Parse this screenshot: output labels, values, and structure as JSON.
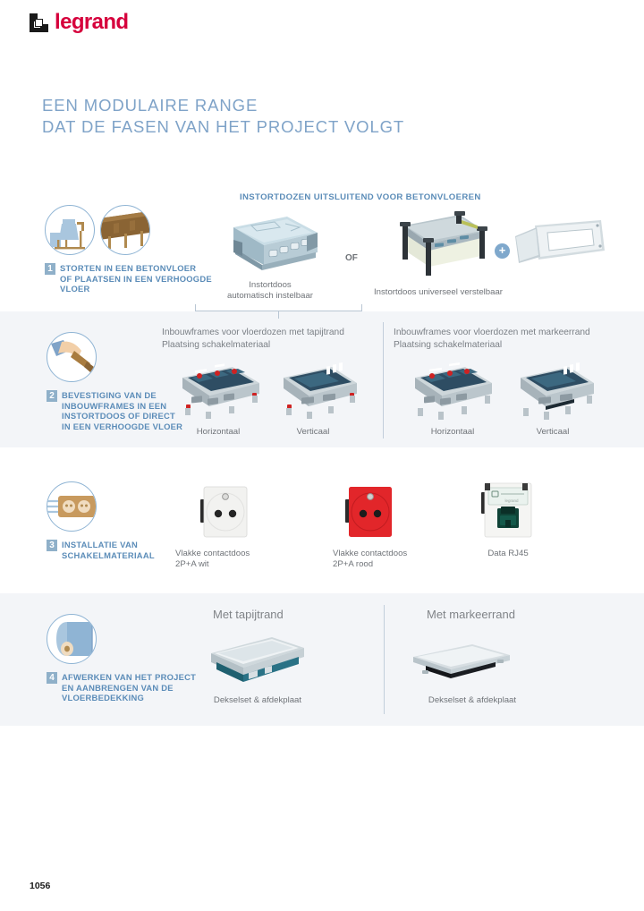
{
  "brand": {
    "name": "legrand"
  },
  "title": "EEN MODULAIRE RANGE\nDAT DE FASEN VAN HET PROJECT VOLGT",
  "page_number": "1056",
  "colors": {
    "brand_red": "#d6003c",
    "title_blue": "#7fa3c8",
    "accent_blue": "#5b8cb8",
    "badge_blue": "#8fb0c9",
    "band_gray": "#f3f5f8",
    "caption_gray": "#6f7378"
  },
  "steps": [
    {
      "number": "1",
      "label": "STORTEN IN EEN BETONVLOER\nOF PLAATSEN IN EEN VERHOOGDE\nVLOER",
      "icons": [
        "concrete-mixer-icon",
        "raised-floor-icon"
      ]
    },
    {
      "number": "2",
      "label": "BEVESTIGING VAN DE\nINBOUWFRAMES IN EEN\nINSTORTDOOS OF DIRECT\nIN EEN VERHOOGDE VLOER",
      "icons": [
        "hand-with-tool-icon"
      ]
    },
    {
      "number": "3",
      "label": "INSTALLATIE VAN\nSCHAKELMATERIAAL",
      "icons": [
        "socket-outlet-icon"
      ]
    },
    {
      "number": "4",
      "label": "AFWERKEN VAN HET PROJECT\nEN AANBRENGEN VAN DE\nVLOERBEDEKKING",
      "icons": [
        "carpet-roll-icon"
      ]
    }
  ],
  "section1": {
    "heading": "INSTORTDOZEN UITSLUITEND VOOR BETONVLOEREN",
    "connector": "OF",
    "plus": "+",
    "products": [
      {
        "caption": "Instortdoos\nautomatisch instelbaar",
        "name": "instortdoos-auto"
      },
      {
        "caption": "Instortdoos universeel verstelbaar",
        "name": "instortdoos-universeel"
      },
      {
        "caption": "",
        "name": "afdekkader"
      }
    ]
  },
  "section2": {
    "columns": [
      {
        "heading": "Inbouwframes voor vloerdozen met tapijtrand\nPlaatsing schakelmateriaal",
        "items": [
          {
            "caption": "Horizontaal",
            "name": "inbouwframe-tapijtrand-horizontaal"
          },
          {
            "caption": "Verticaal",
            "name": "inbouwframe-tapijtrand-verticaal"
          }
        ]
      },
      {
        "heading": "Inbouwframes voor vloerdozen met markeerrand\nPlaatsing schakelmateriaal",
        "items": [
          {
            "caption": "Horizontaal",
            "name": "inbouwframe-markeerrand-horizontaal"
          },
          {
            "caption": "Verticaal",
            "name": "inbouwframe-markeerrand-verticaal"
          }
        ]
      }
    ]
  },
  "section3": {
    "products": [
      {
        "caption": "Vlakke contactdoos\n2P+A wit",
        "name": "contactdoos-wit"
      },
      {
        "caption": "Vlakke contactdoos\n2P+A rood",
        "name": "contactdoos-rood"
      },
      {
        "caption": "Data RJ45",
        "name": "data-rj45"
      }
    ]
  },
  "section4": {
    "columns": [
      {
        "heading": "Met tapijtrand",
        "caption": "Dekselset & afdekplaat",
        "name": "dekselset-tapijtrand"
      },
      {
        "heading": "Met markeerrand",
        "caption": "Dekselset & afdekplaat",
        "name": "dekselset-markeerrand"
      }
    ]
  }
}
